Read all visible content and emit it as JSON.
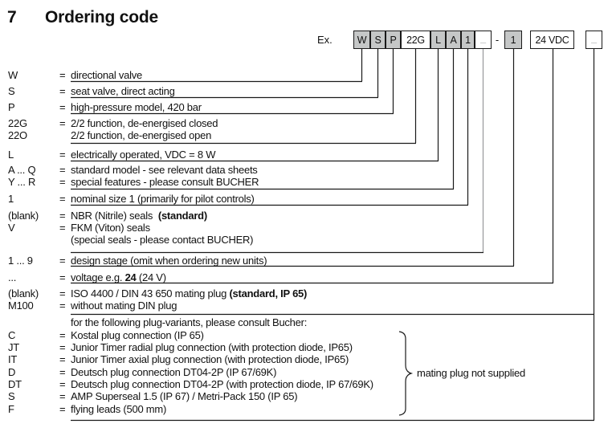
{
  "page": {
    "section_number": "7",
    "title": "Ordering code",
    "example_label": "Ex.",
    "separator": "-"
  },
  "colors": {
    "box_gray_fill": "#c5c7c7",
    "box_white_fill": "#ffffff",
    "line_black": "#1a1a1a",
    "blank_underscore_gray": "#97999b"
  },
  "code_boxes": [
    {
      "label": "W",
      "fill": "gray"
    },
    {
      "label": "S",
      "fill": "gray"
    },
    {
      "label": "P",
      "fill": "gray"
    },
    {
      "label": "22G",
      "fill": "white"
    },
    {
      "label": "L",
      "fill": "gray"
    },
    {
      "label": "A",
      "fill": "gray"
    },
    {
      "label": "1",
      "fill": "gray"
    },
    {
      "label": "_",
      "fill": "white"
    },
    {
      "label": "1",
      "fill": "gray"
    },
    {
      "label": "24 VDC",
      "fill": "white"
    },
    {
      "label": "_",
      "fill": "white"
    }
  ],
  "rows": [
    {
      "code": "W",
      "eq": "=",
      "pre": "directional valve"
    },
    {
      "code": "S",
      "eq": "=",
      "pre": "seat valve, direct acting"
    },
    {
      "code": "P",
      "eq": "=",
      "pre": "high-pressure model, 420 bar"
    },
    {
      "code": "22G",
      "eq": "=",
      "pre": "2/2 function, de-energised closed"
    },
    {
      "code": "22O",
      "eq": "",
      "pre": "2/2 function, de-energised open"
    },
    {
      "code": "L",
      "eq": "=",
      "pre": "electrically operated, VDC = 8 W"
    },
    {
      "code": "A ... Q",
      "eq": "=",
      "pre": "standard model - see relevant data sheets"
    },
    {
      "code": "Y ... R",
      "eq": "=",
      "pre": "special features - please consult BUCHER"
    },
    {
      "code": "1",
      "eq": "=",
      "pre": "nominal size 1 (primarily for pilot controls)"
    },
    {
      "code": "(blank)",
      "eq": "=",
      "pre": "NBR (Nitrile) seals  ",
      "bold": "(standard)"
    },
    {
      "code": "V",
      "eq": "=",
      "pre": "FKM (Viton) seals"
    },
    {
      "code": "",
      "eq": "",
      "pre": "(special seals - please contact BUCHER)"
    },
    {
      "code": "1 ... 9",
      "eq": "=",
      "pre": "design stage (omit when ordering new units)"
    },
    {
      "code": "...",
      "eq": "=",
      "pre": "voltage e.g. ",
      "bold": "24",
      "post": " (24 V)"
    },
    {
      "code": "(blank)",
      "eq": "=",
      "pre": "ISO 4400 / DIN 43 650 mating plug ",
      "bold": "(standard, IP 65)"
    },
    {
      "code": "M100",
      "eq": "=",
      "pre": "without mating DIN plug"
    },
    {
      "code": "",
      "eq": "",
      "pre": "for the following plug-variants, please consult Bucher:"
    },
    {
      "code": "C",
      "eq": "=",
      "pre": "Kostal plug connection (IP 65)"
    },
    {
      "code": "JT",
      "eq": "=",
      "pre": "Junior Timer radial plug connection (with protection diode, IP65)"
    },
    {
      "code": "IT",
      "eq": "=",
      "pre": "Junior Timer axial plug connection (with protection diode, IP65)"
    },
    {
      "code": "D",
      "eq": "=",
      "pre": "Deutsch plug connection DT04-2P (IP 67/69K)"
    },
    {
      "code": "DT",
      "eq": "=",
      "pre": "Deutsch plug connection DT04-2P (with protection diode, IP 67/69K)"
    },
    {
      "code": "S",
      "eq": "=",
      "pre": "AMP Superseal 1.5 (IP 67) / Metri-Pack 150 (IP 65)"
    },
    {
      "code": "F",
      "eq": "=",
      "pre": "flying leads (500 mm)"
    }
  ],
  "brace_note": "mating plug not supplied"
}
